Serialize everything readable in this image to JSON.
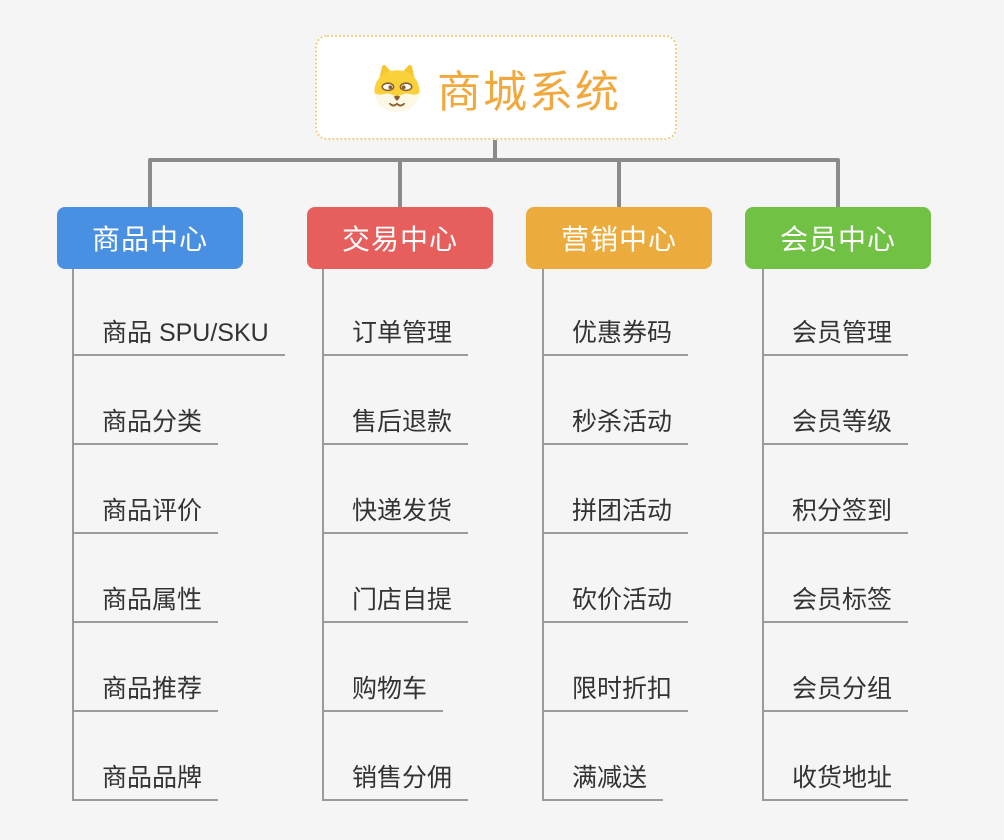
{
  "root": {
    "label": "商城系统",
    "icon": "doge-icon"
  },
  "branches": [
    {
      "label": "商品中心",
      "color": "#4a90e2",
      "items": [
        "商品 SPU/SKU",
        "商品分类",
        "商品评价",
        "商品属性",
        "商品推荐",
        "商品品牌"
      ]
    },
    {
      "label": "交易中心",
      "color": "#e65f5c",
      "items": [
        "订单管理",
        "售后退款",
        "快递发货",
        "门店自提",
        "购物车",
        "销售分佣"
      ]
    },
    {
      "label": "营销中心",
      "color": "#ebac3d",
      "items": [
        "优惠券码",
        "秒杀活动",
        "拼团活动",
        "砍价活动",
        "限时折扣",
        "满减送"
      ]
    },
    {
      "label": "会员中心",
      "color": "#70c144",
      "items": [
        "会员管理",
        "会员等级",
        "积分签到",
        "会员标签",
        "会员分组",
        "收货地址"
      ]
    }
  ],
  "colors": {
    "background": "#f5f5f5",
    "root_text": "#f1a83e",
    "root_border": "#f3cc85",
    "connector": "#8b8b8b",
    "item_line": "#9b9b9b",
    "item_text": "#333333",
    "branch_text": "#ffffff"
  }
}
